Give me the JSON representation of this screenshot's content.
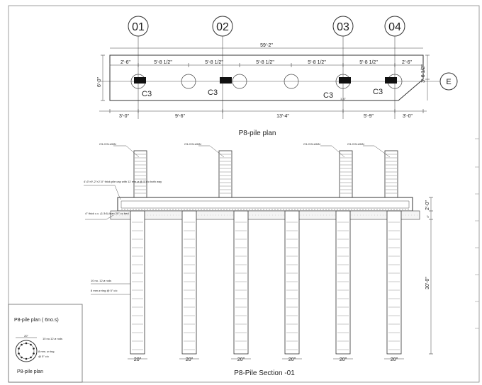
{
  "grid_labels": [
    "01",
    "02",
    "03",
    "04"
  ],
  "row_label": "E",
  "plan": {
    "overall_dim": "59'-2\"",
    "top_dims": [
      "2'-6\"",
      "5'-8 1/2\"",
      "5'-8 1/2\"",
      "5'-8 1/2\"",
      "5'-8 1/2\"",
      "5'-8 1/2\"",
      "2'-6\""
    ],
    "bottom_dims": [
      "3'-0\"",
      "9'-6\"",
      "13'-4\"",
      "5'-9\"",
      "3'-0\""
    ],
    "left_dim": "6'-0\"",
    "right_dim": "3'-6 1/2\"",
    "small_dim": "1'-0\"",
    "column_labels": [
      "C3",
      "C3",
      "C3",
      "C3"
    ],
    "title": "P8-pile plan"
  },
  "section": {
    "column_tags": [
      "C3-COLUMN",
      "C3-COLUMN",
      "C3-COLUMN",
      "C3-COLUMN"
    ],
    "note_cap": "4'-6\"×9'-2\"×2'-0\" thick pile cap with 12 mm ø @ 5\"c/c both way",
    "note_lean": "4\" thick c.c. (1:3:6) lean 20\" cc bed",
    "note_rods": "10 no. 12 ø rods",
    "note_ring": "8 mm ø ring @ 5\" c/c",
    "dim_cap": "2'-0\"",
    "dim_lean": "4\"",
    "dim_pile": "30'-0\"",
    "pile_widths": [
      "20\"",
      "20\"",
      "20\"",
      "20\"",
      "20\"",
      "20\""
    ],
    "title": "P8-Pile Section -01"
  },
  "detail": {
    "heading": "P8-pile plan  ( 6no.s)",
    "diameter": "20\"",
    "note_rods": "10 no.12 ø rods",
    "note_ring1": "8 mm. ø ring",
    "note_ring2": "@ 5\" c/c",
    "caption": "P8-pile plan"
  }
}
